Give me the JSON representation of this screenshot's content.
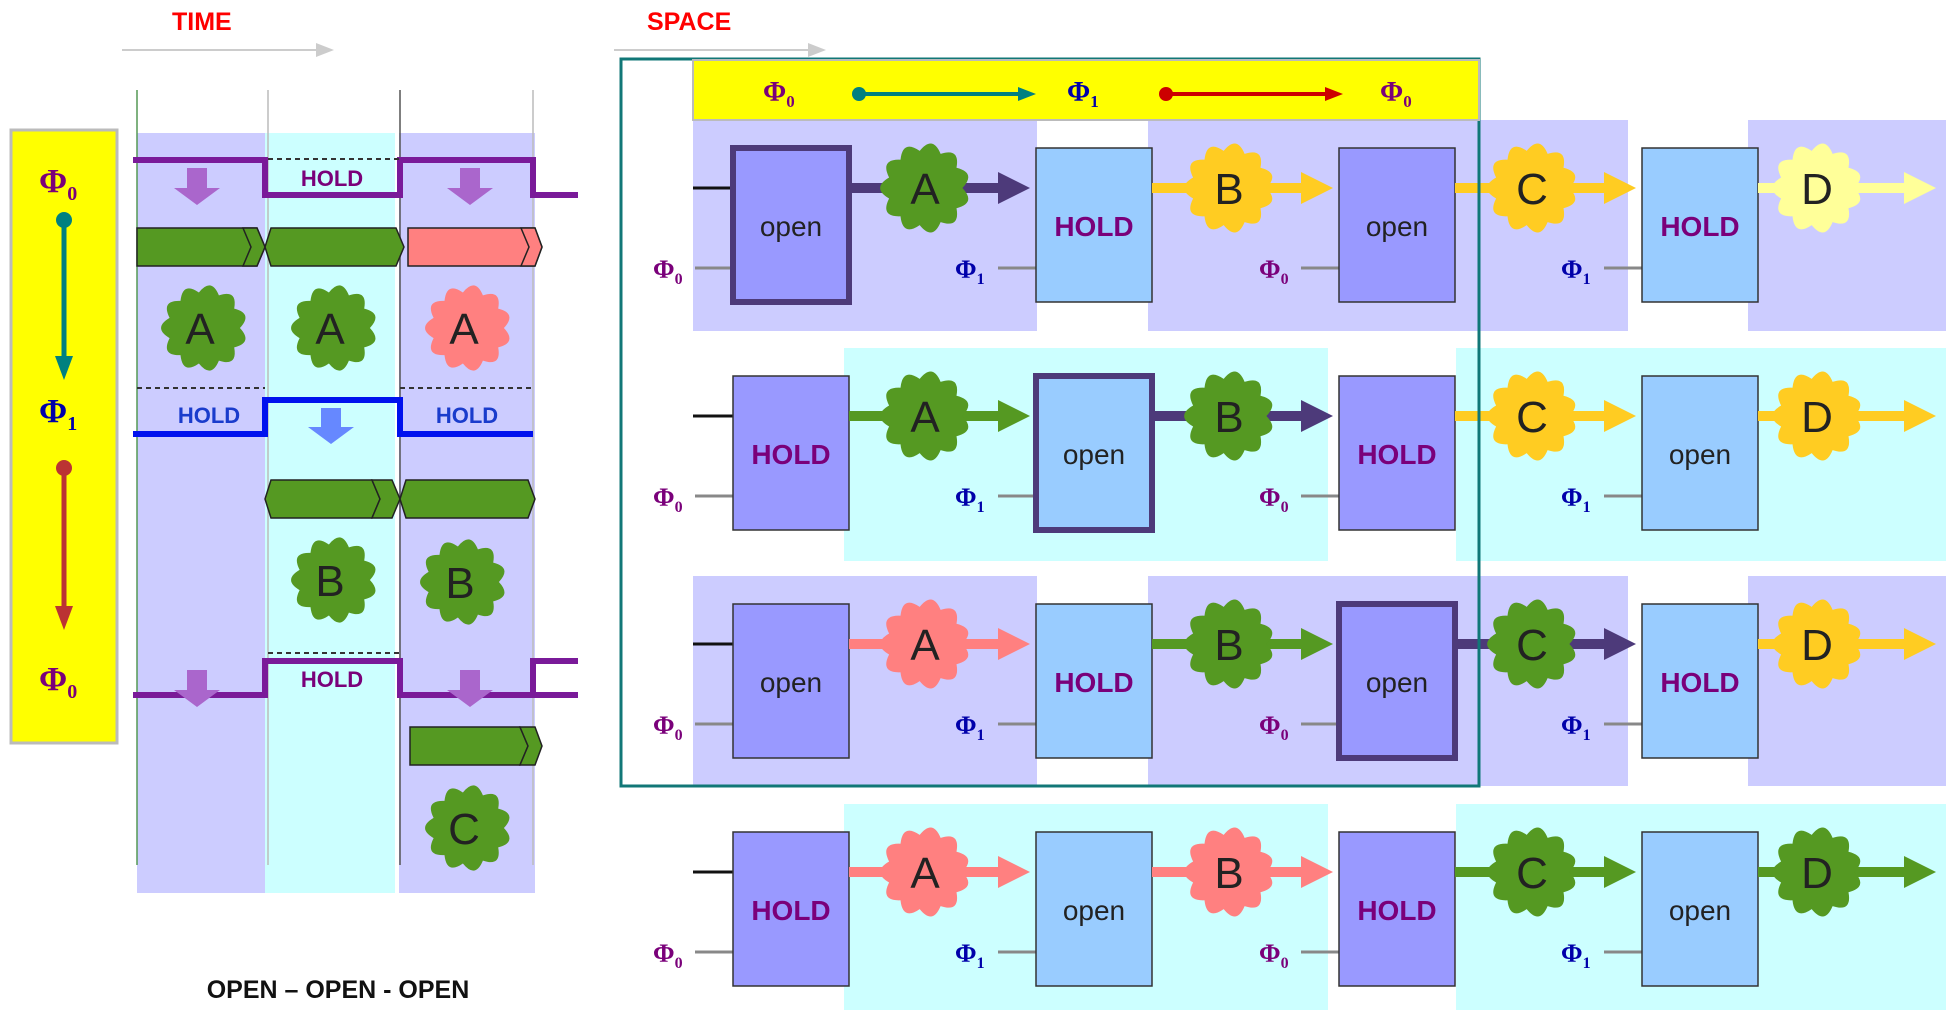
{
  "headers": {
    "time": "TIME",
    "space": "SPACE"
  },
  "footer": "OPEN – OPEN - OPEN",
  "phase": {
    "phi": "Φ",
    "sub0": "0",
    "sub1": "1"
  },
  "time_panel": {
    "hold": "HOLD",
    "blobs": [
      {
        "label": "A",
        "color": "#559922"
      },
      {
        "label": "A",
        "color": "#559922"
      },
      {
        "label": "A",
        "color": "#ff8080"
      },
      {
        "label": "B",
        "color": "#559922"
      },
      {
        "label": "B",
        "color": "#559922"
      },
      {
        "label": "C",
        "color": "#559922"
      }
    ]
  },
  "space_rows": [
    {
      "latches": [
        "open",
        "HOLD",
        "open",
        "HOLD"
      ],
      "blobs": [
        {
          "label": "A",
          "color": "#559922"
        },
        {
          "label": "B",
          "color": "#ffcc22"
        },
        {
          "label": "C",
          "color": "#ffcc22"
        },
        {
          "label": "D",
          "color": "#ffff99"
        }
      ]
    },
    {
      "latches": [
        "HOLD",
        "open",
        "HOLD",
        "open"
      ],
      "blobs": [
        {
          "label": "A",
          "color": "#559922"
        },
        {
          "label": "B",
          "color": "#559922"
        },
        {
          "label": "C",
          "color": "#ffcc22"
        },
        {
          "label": "D",
          "color": "#ffcc22"
        }
      ]
    },
    {
      "latches": [
        "open",
        "HOLD",
        "open",
        "HOLD"
      ],
      "blobs": [
        {
          "label": "A",
          "color": "#ff8080"
        },
        {
          "label": "B",
          "color": "#559922"
        },
        {
          "label": "C",
          "color": "#559922"
        },
        {
          "label": "D",
          "color": "#ffcc22"
        }
      ]
    },
    {
      "latches": [
        "HOLD",
        "open",
        "HOLD",
        "open"
      ],
      "blobs": [
        {
          "label": "A",
          "color": "#ff8080"
        },
        {
          "label": "B",
          "color": "#ff8080"
        },
        {
          "label": "C",
          "color": "#559922"
        },
        {
          "label": "D",
          "color": "#559922"
        }
      ]
    }
  ],
  "colors": {
    "phase0": "#7a007a",
    "phase1": "#0000cc",
    "lavender": "#ccccff",
    "cyan": "#ccffff",
    "latch_open": "#9999ff",
    "latch_hold": "#99ccff",
    "yellow": "#ffff00",
    "teal": "#008080",
    "red": "#cc0000"
  }
}
